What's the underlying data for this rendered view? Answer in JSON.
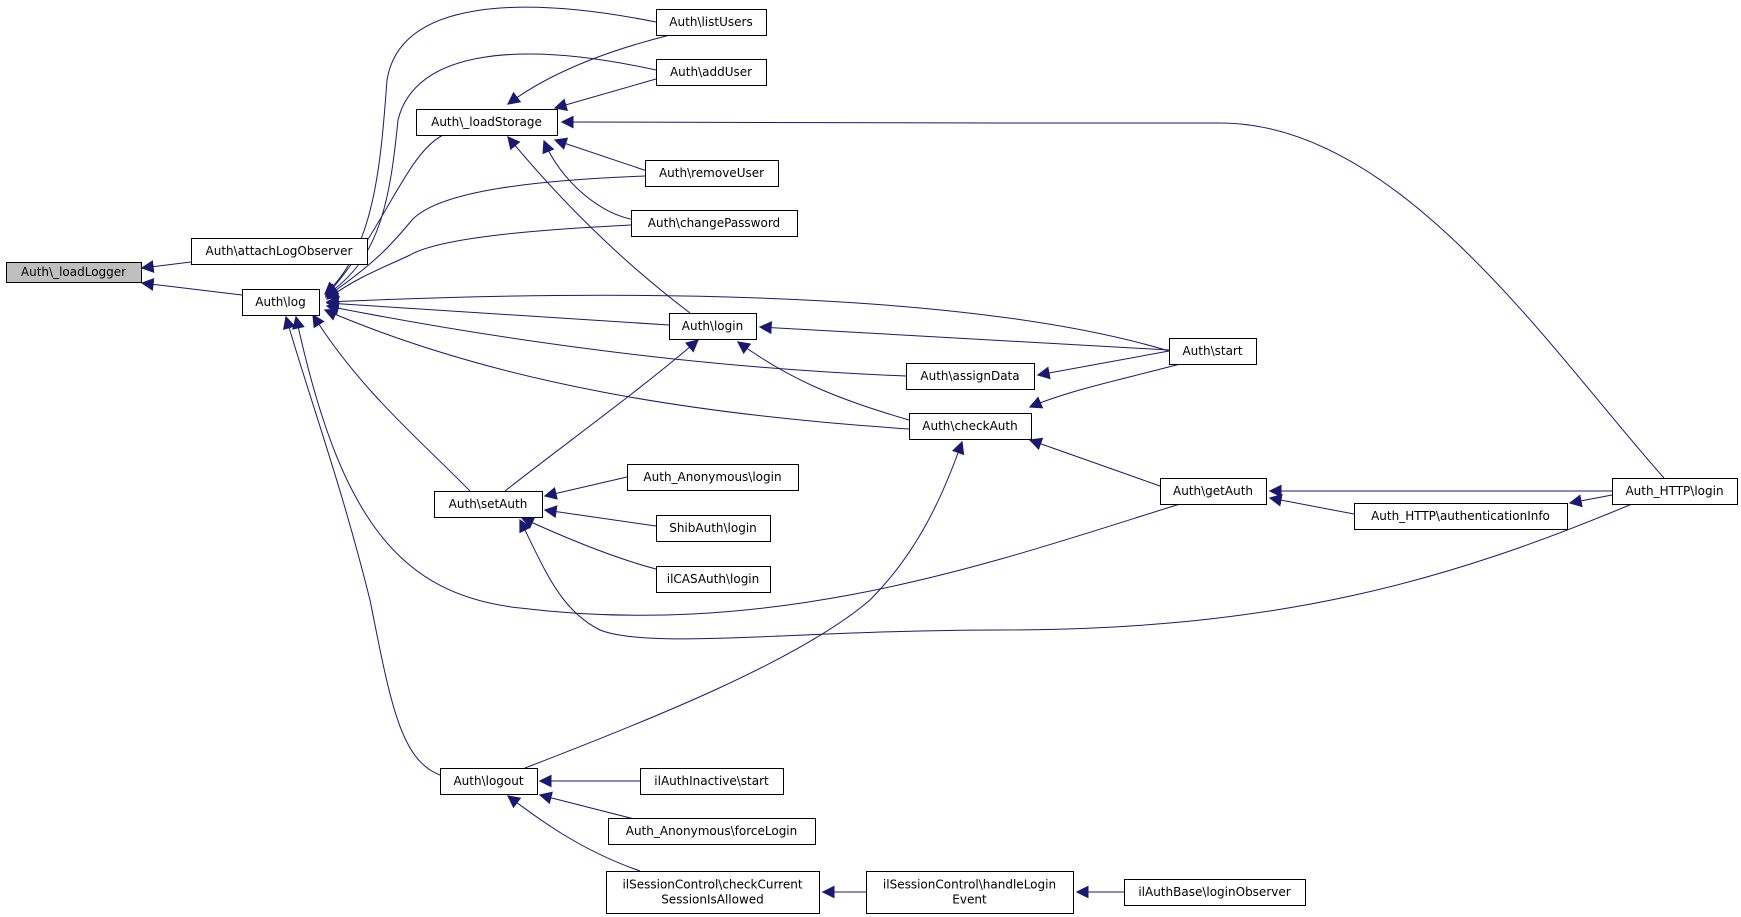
{
  "graph": {
    "nodes": [
      {
        "id": "loadLogger",
        "lines": [
          "Auth\\_loadLogger"
        ],
        "focus": true
      },
      {
        "id": "attachLogObserver",
        "lines": [
          "Auth\\attachLogObserver"
        ]
      },
      {
        "id": "log",
        "lines": [
          "Auth\\log"
        ]
      },
      {
        "id": "loadStorage",
        "lines": [
          "Auth\\_loadStorage"
        ]
      },
      {
        "id": "listUsers",
        "lines": [
          "Auth\\listUsers"
        ]
      },
      {
        "id": "addUser",
        "lines": [
          "Auth\\addUser"
        ]
      },
      {
        "id": "removeUser",
        "lines": [
          "Auth\\removeUser"
        ]
      },
      {
        "id": "changePassword",
        "lines": [
          "Auth\\changePassword"
        ]
      },
      {
        "id": "login",
        "lines": [
          "Auth\\login"
        ]
      },
      {
        "id": "start",
        "lines": [
          "Auth\\start"
        ]
      },
      {
        "id": "assignData",
        "lines": [
          "Auth\\assignData"
        ]
      },
      {
        "id": "checkAuth",
        "lines": [
          "Auth\\checkAuth"
        ]
      },
      {
        "id": "getAuth",
        "lines": [
          "Auth\\getAuth"
        ]
      },
      {
        "id": "httpLogin",
        "lines": [
          "Auth_HTTP\\login"
        ]
      },
      {
        "id": "authInfo",
        "lines": [
          "Auth_HTTP\\authenticationInfo"
        ]
      },
      {
        "id": "setAuth",
        "lines": [
          "Auth\\setAuth"
        ]
      },
      {
        "id": "anonLogin",
        "lines": [
          "Auth_Anonymous\\login"
        ]
      },
      {
        "id": "shibLogin",
        "lines": [
          "ShibAuth\\login"
        ]
      },
      {
        "id": "casLogin",
        "lines": [
          "ilCASAuth\\login"
        ]
      },
      {
        "id": "logout",
        "lines": [
          "Auth\\logout"
        ]
      },
      {
        "id": "inactiveStart",
        "lines": [
          "ilAuthInactive\\start"
        ]
      },
      {
        "id": "forceLogin",
        "lines": [
          "Auth_Anonymous\\forceLogin"
        ]
      },
      {
        "id": "checkSession",
        "lines": [
          "ilSessionControl\\checkCurrent",
          "SessionIsAllowed"
        ]
      },
      {
        "id": "handleLogin",
        "lines": [
          "ilSessionControl\\handleLogin",
          "Event"
        ]
      },
      {
        "id": "loginObserver",
        "lines": [
          "ilAuthBase\\loginObserver"
        ]
      }
    ],
    "edges": [
      {
        "from": "attachLogObserver",
        "to": "loadLogger"
      },
      {
        "from": "log",
        "to": "loadLogger"
      },
      {
        "from": "listUsers",
        "to": "log"
      },
      {
        "from": "addUser",
        "to": "log"
      },
      {
        "from": "loadStorage",
        "to": "log"
      },
      {
        "from": "removeUser",
        "to": "log"
      },
      {
        "from": "changePassword",
        "to": "log"
      },
      {
        "from": "start",
        "to": "log"
      },
      {
        "from": "login",
        "to": "log"
      },
      {
        "from": "assignData",
        "to": "log"
      },
      {
        "from": "checkAuth",
        "to": "log"
      },
      {
        "from": "setAuth",
        "to": "log"
      },
      {
        "from": "getAuth",
        "to": "log"
      },
      {
        "from": "logout",
        "to": "log"
      },
      {
        "from": "listUsers",
        "to": "loadStorage"
      },
      {
        "from": "addUser",
        "to": "loadStorage"
      },
      {
        "from": "removeUser",
        "to": "loadStorage"
      },
      {
        "from": "changePassword",
        "to": "loadStorage"
      },
      {
        "from": "login",
        "to": "loadStorage"
      },
      {
        "from": "httpLogin",
        "to": "loadStorage"
      },
      {
        "from": "start",
        "to": "login"
      },
      {
        "from": "checkAuth",
        "to": "login"
      },
      {
        "from": "setAuth",
        "to": "login"
      },
      {
        "from": "start",
        "to": "assignData"
      },
      {
        "from": "start",
        "to": "checkAuth"
      },
      {
        "from": "getAuth",
        "to": "checkAuth"
      },
      {
        "from": "logout",
        "to": "checkAuth"
      },
      {
        "from": "httpLogin",
        "to": "getAuth"
      },
      {
        "from": "authInfo",
        "to": "getAuth"
      },
      {
        "from": "httpLogin",
        "to": "authInfo"
      },
      {
        "from": "anonLogin",
        "to": "setAuth"
      },
      {
        "from": "shibLogin",
        "to": "setAuth"
      },
      {
        "from": "casLogin",
        "to": "setAuth"
      },
      {
        "from": "httpLogin",
        "to": "setAuth"
      },
      {
        "from": "inactiveStart",
        "to": "logout"
      },
      {
        "from": "forceLogin",
        "to": "logout"
      },
      {
        "from": "checkSession",
        "to": "logout"
      },
      {
        "from": "handleLogin",
        "to": "checkSession"
      },
      {
        "from": "loginObserver",
        "to": "handleLogin"
      }
    ],
    "colors": {
      "edge": "#191970",
      "focus_fill": "#bfbfbf",
      "node_fill": "#ffffff",
      "node_stroke": "#000000"
    }
  }
}
